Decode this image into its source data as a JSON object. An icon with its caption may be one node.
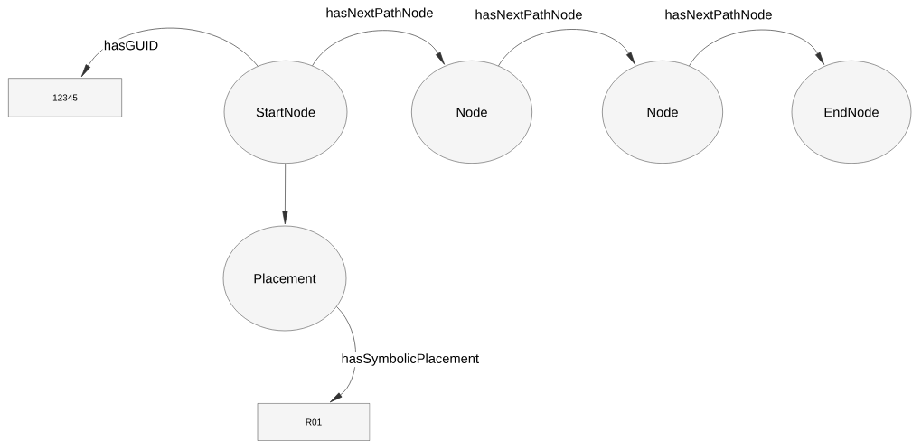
{
  "diagram": {
    "nodes": [
      {
        "text": [
          "12345"
        ]
      },
      {
        "text": [
          "StartNode"
        ]
      },
      {
        "text": [
          "Node"
        ]
      },
      {
        "text": [
          "Node"
        ]
      },
      {
        "text": [
          "EndNode"
        ]
      },
      {
        "text": [
          "Placement"
        ]
      },
      {
        "text": [
          "R01"
        ]
      }
    ],
    "edges": [
      {
        "from": 1,
        "to": 0,
        "arrow": "to",
        "label": "hasGUID"
      },
      {
        "from": 1,
        "to": 2,
        "arrow": "to",
        "label": "hasNextPathNode"
      },
      {
        "from": 2,
        "to": 3,
        "arrow": "to",
        "label": "hasNextPathNode"
      },
      {
        "from": 3,
        "to": 4,
        "arrow": "to",
        "label": "hasNextPathNode"
      },
      {
        "from": 1,
        "to": 5,
        "arrow": "to"
      },
      {
        "from": 5,
        "to": 6,
        "arrow": "to",
        "label": "hasSymbolicPlacement"
      }
    ]
  }
}
